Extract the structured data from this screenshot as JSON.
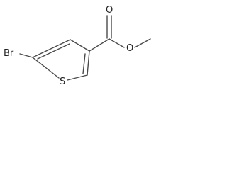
{
  "molecule": {
    "atoms": {
      "br": "Br",
      "s": "S",
      "o_carbonyl": "O",
      "o_ester": "O"
    },
    "colors": {
      "bond": "#4a4a4a",
      "atom_text": "#222222",
      "background": "#ffffff"
    }
  }
}
